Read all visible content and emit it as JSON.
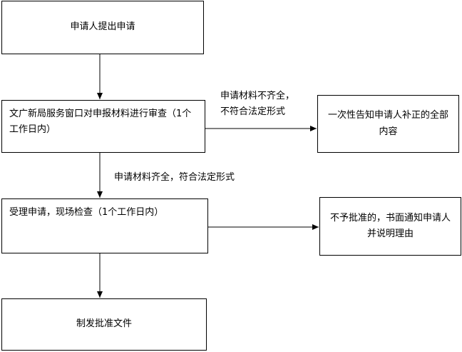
{
  "nodes": {
    "apply": "申请人提出申请",
    "review": "文广新局服务窗口对申报材料进行审查（1个工作日内）",
    "notify_correction": "一次性告知申请人补正的全部内容",
    "accept": "受理申请，现场检查（1个工作日内）",
    "reject_notice": "不予批准的，书面通知申请人并说明理由",
    "issue": "制发批准文件"
  },
  "edges": {
    "incomplete_line1": "申请材料不齐全，",
    "incomplete_line2": "不符合法定形式",
    "complete": "申请材料齐全，符合法定形式"
  }
}
